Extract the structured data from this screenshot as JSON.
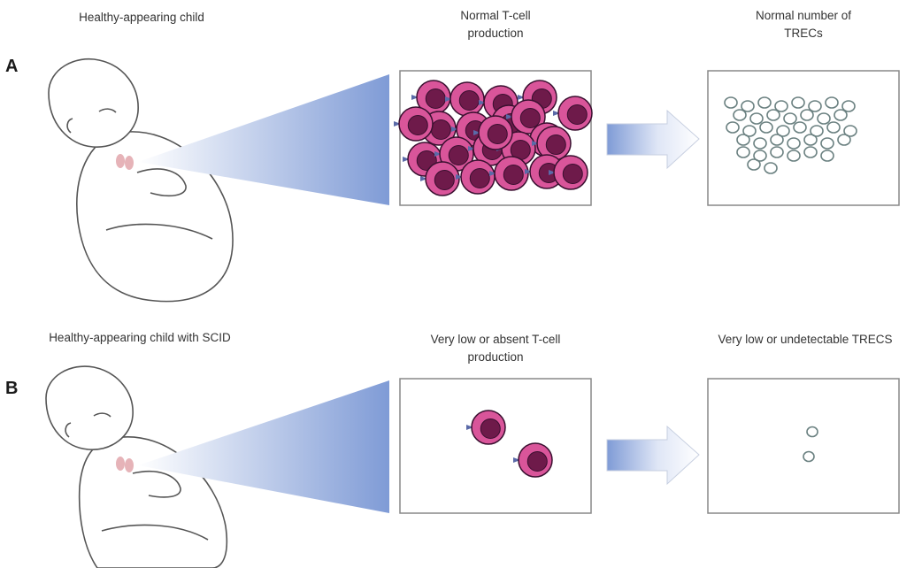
{
  "rows": [
    {
      "letter": "A",
      "child_label": "Healthy-appearing  child",
      "production_label_1": "Normal T-cell",
      "production_label_2": "production",
      "trec_label_1": "Normal number of",
      "trec_label_2": "TRECs",
      "t_cell_count": 22,
      "trec_count": 38
    },
    {
      "letter": "B",
      "child_label": "Healthy-appearing child with SCID",
      "production_label_1": "Very low or absent T-cell",
      "production_label_2": "production",
      "trec_label_1": "Very low or undetectable TRECS",
      "trec_label_2": "",
      "t_cell_count": 2,
      "trec_count": 2
    }
  ],
  "colors": {
    "cell_outer": "#d9559a",
    "cell_inner": "#6e1a4a",
    "receptor": "#5a6aa8",
    "cone": "#7f9bd6",
    "thymus": "#e6b3b8",
    "trec": "#6a8080",
    "outline": "#555555"
  }
}
